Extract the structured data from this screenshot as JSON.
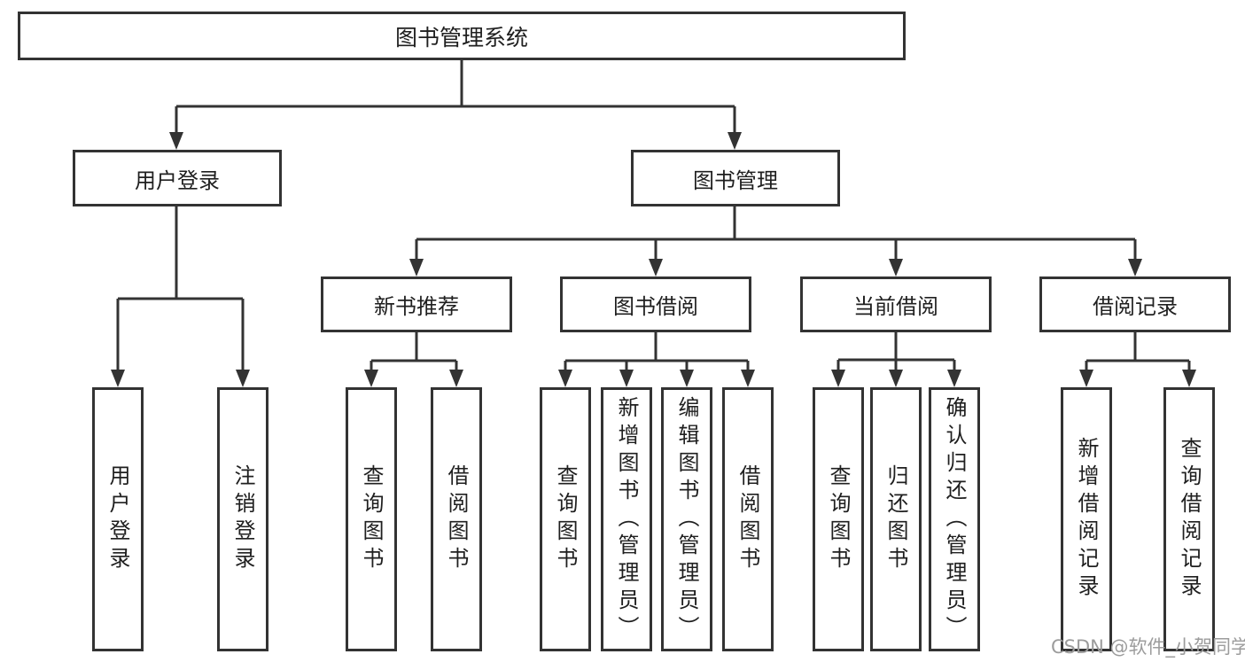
{
  "diagram": {
    "root": {
      "label": "图书管理系统"
    },
    "branches": [
      {
        "label": "用户登录",
        "leaves": [
          {
            "label": "用户登录"
          },
          {
            "label": "注销登录"
          }
        ]
      },
      {
        "label": "图书管理",
        "children": [
          {
            "label": "新书推荐",
            "leaves": [
              {
                "label": "查询图书"
              },
              {
                "label": "借阅图书"
              }
            ]
          },
          {
            "label": "图书借阅",
            "leaves": [
              {
                "label": "查询图书"
              },
              {
                "label": "新增图书（管理员）"
              },
              {
                "label": "编辑图书（管理员）"
              },
              {
                "label": "借阅图书"
              }
            ]
          },
          {
            "label": "当前借阅",
            "leaves": [
              {
                "label": "查询图书"
              },
              {
                "label": "归还图书"
              },
              {
                "label": "确认归还（管理员）"
              }
            ]
          },
          {
            "label": "借阅记录",
            "leaves": [
              {
                "label": "新增借阅记录"
              },
              {
                "label": "查询借阅记录"
              }
            ]
          }
        ]
      }
    ]
  },
  "watermark": {
    "text": "CSDN @软件_小贺同学"
  },
  "colors": {
    "line": "#333333",
    "text": "#1f1f1f",
    "watermark": "#9c9c9c",
    "background": "#ffffff"
  }
}
